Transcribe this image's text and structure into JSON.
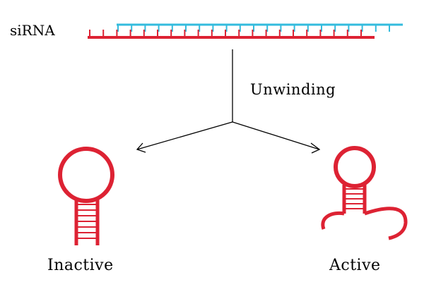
{
  "labels": {
    "sirna": "siRNA",
    "unwinding": "Unwinding",
    "inactive": "Inactive",
    "active": "Active"
  },
  "colors": {
    "strand_red": "#dd2233",
    "strand_cyan": "#33bbdd",
    "arrow": "#000000",
    "text": "#000000"
  }
}
